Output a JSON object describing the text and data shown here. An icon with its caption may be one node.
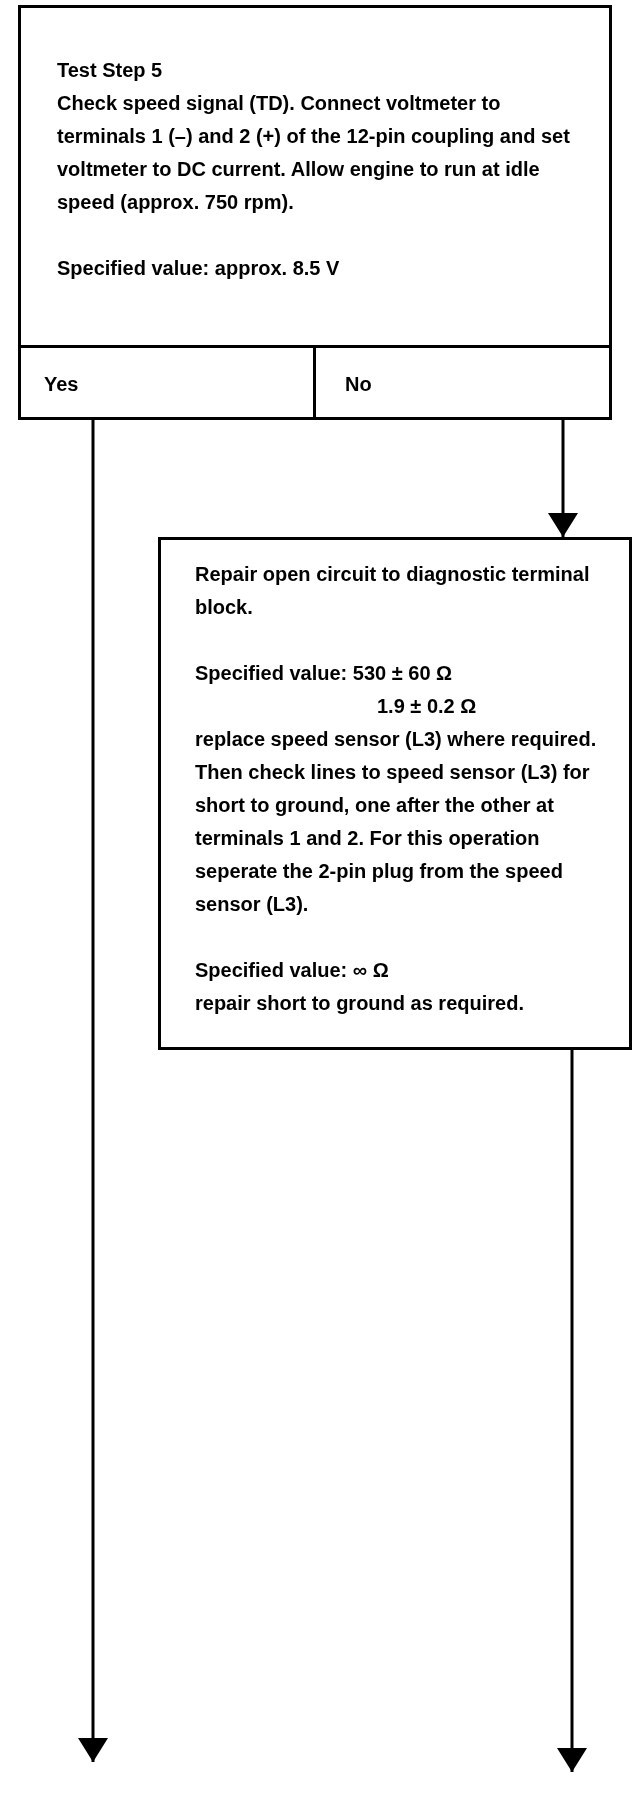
{
  "diagram": {
    "nodes": [
      {
        "text": [
          "Test Step 5",
          "Check speed signal (TD). Connect voltmeter to terminals 1 (–) and 2 (+) of the 12-pin coupling and set voltmeter to DC current. Allow engine to run at idle speed (approx. 750 rpm).",
          "Specified value: approx. 8.5 V"
        ]
      },
      {
        "text": [
          "Yes"
        ],
        "in": 0
      },
      {
        "text": [
          "No"
        ],
        "in": 0
      },
      {
        "text": [
          "Repair open circuit to diagnostic terminal block.",
          "Specified value: 530 ± 60 Ω",
          "1.9 ± 0.2 Ω",
          "replace speed sensor (L3) where required. Then check lines to speed sensor (L3) for short to ground, one after the other at terminals 1 and 2. For this operation seperate the 2-pin plug from the speed sensor (L3).",
          "Specified value: ∞ Ω",
          "repair short to ground as required."
        ]
      }
    ],
    "edges": [
      {
        "from": 1,
        "to": null,
        "arrow": "to"
      },
      {
        "from": 2,
        "to": 3,
        "arrow": "to"
      },
      {
        "from": 3,
        "to": null,
        "arrow": "to"
      }
    ]
  }
}
